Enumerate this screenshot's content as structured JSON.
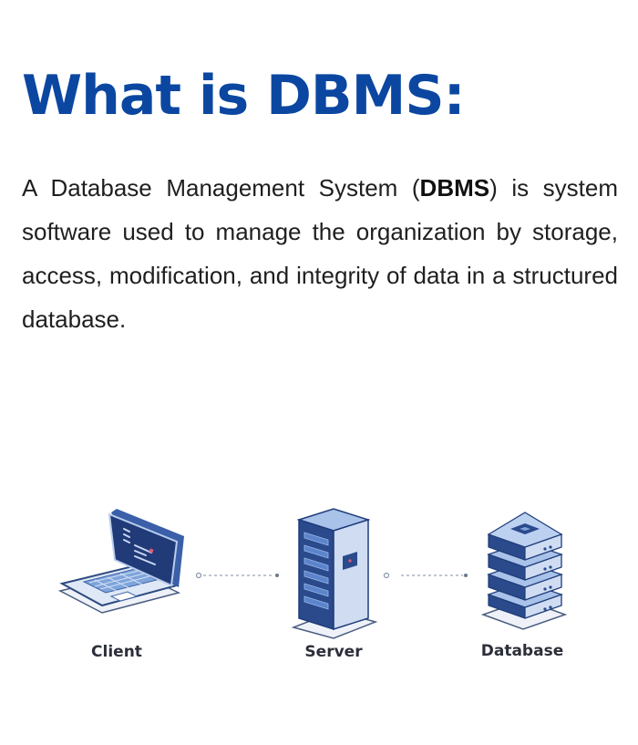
{
  "header": {
    "title": "What is DBMS:"
  },
  "description": {
    "part1": "A Database Management System (",
    "bold": "DBMS",
    "part2": ") is system software used to manage the organization by storage, access, modification, and integrity of data in a structured database."
  },
  "diagram": {
    "nodes": [
      {
        "label": "Client",
        "icon": "laptop-icon"
      },
      {
        "label": "Server",
        "icon": "server-rack-icon"
      },
      {
        "label": "Database",
        "icon": "database-stack-icon"
      }
    ],
    "colors": {
      "primary": "#0b47a1",
      "device_dark": "#2a4a8c",
      "device_light": "#d8e4f5",
      "accent": "#4d86d6"
    }
  }
}
